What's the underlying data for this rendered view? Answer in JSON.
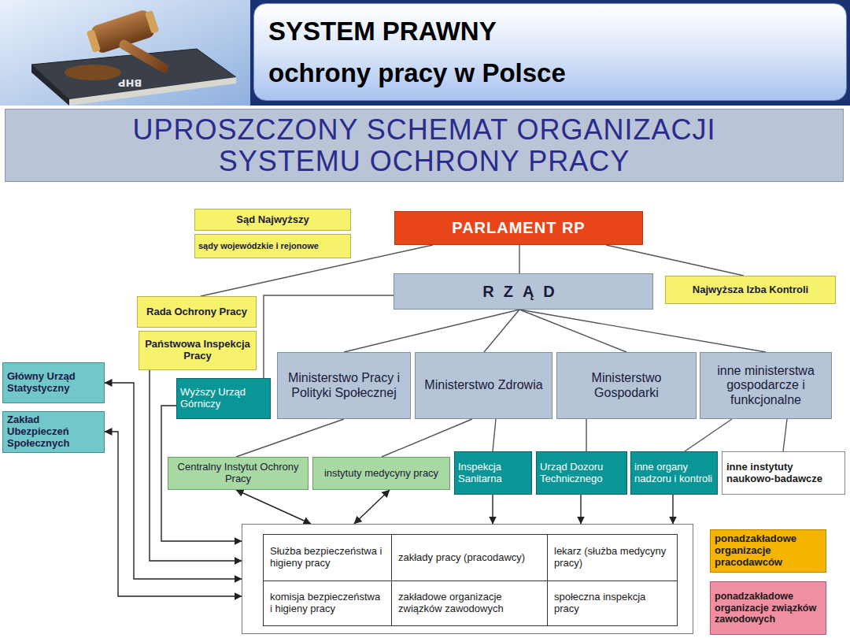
{
  "diagram": {
    "nodes": [
      {
        "text": [
          "SYSTEM PRAWNY",
          "ochrony pracy w Polsce"
        ]
      },
      {
        "text": [
          "UPROSZCZONY SCHEMAT ORGANIZACJI SYSTEMU OCHRONY PRACY"
        ]
      },
      {
        "text": [
          "Sąd Najwyższy"
        ]
      },
      {
        "text": [
          "sądy wojewódzkie i rejonowe"
        ]
      },
      {
        "text": [
          "PARLAMENT RP"
        ]
      },
      {
        "text": [
          "RZĄD"
        ]
      },
      {
        "text": [
          "Najwyższa Izba Kontroli"
        ]
      },
      {
        "text": [
          "Rada Ochrony Pracy"
        ]
      },
      {
        "text": [
          "Państwowa Inspekcja Pracy"
        ]
      },
      {
        "text": [
          "Główny Urząd Statystyczny"
        ]
      },
      {
        "text": [
          "Wyższy Urząd Górniczy"
        ]
      },
      {
        "text": [
          "Ministerstwo Pracy i Polityki Społecznej"
        ]
      },
      {
        "text": [
          "Ministerstwo Zdrowia"
        ]
      },
      {
        "text": [
          "Ministerstwo Gospodarki"
        ]
      },
      {
        "text": [
          "inne ministerstwa gospodarcze i funkcjonalne"
        ]
      },
      {
        "text": [
          "Zakład Ubezpieczeń Społecznych"
        ]
      },
      {
        "text": [
          "Centralny Instytut Ochrony Pracy"
        ]
      },
      {
        "text": [
          "instytuty medycyny pracy"
        ]
      },
      {
        "text": [
          "Inspekcja Sanitarna"
        ]
      },
      {
        "text": [
          "Urząd Dozoru Technicznego"
        ]
      },
      {
        "text": [
          "inne organy nadzoru i kontroli"
        ]
      },
      {
        "text": [
          "inne instytuty naukowo-badawcze"
        ]
      },
      {
        "text": []
      },
      {
        "text": [
          "Służba bezpieczeństwa i higieny pracy"
        ],
        "in": 22
      },
      {
        "text": [
          "zakłady pracy (pracodawcy)"
        ],
        "in": 22
      },
      {
        "text": [
          "lekarz (służba medycyny pracy)"
        ],
        "in": 22
      },
      {
        "text": [
          "komisja bezpieczeństwa i higieny pracy"
        ],
        "in": 22
      },
      {
        "text": [
          "zakładowe organizacje związków zawodowych"
        ],
        "in": 22
      },
      {
        "text": [
          "społeczna inspekcja pracy"
        ],
        "in": 22
      },
      {
        "text": [
          "ponadzakładowe organizacje pracodawców"
        ]
      },
      {
        "text": [
          "ponadzakładowe organizacje związków zawodowych"
        ]
      }
    ],
    "edges": [
      {
        "from": 4,
        "to": 5,
        "arrow": "none"
      },
      {
        "from": 4,
        "to": 6,
        "arrow": "none"
      },
      {
        "from": 4,
        "to": 7,
        "arrow": "none"
      },
      {
        "from": 5,
        "to": 10,
        "arrow": "none"
      },
      {
        "from": 5,
        "to": 11,
        "arrow": "none"
      },
      {
        "from": 5,
        "to": 12,
        "arrow": "none"
      },
      {
        "from": 5,
        "to": 13,
        "arrow": "none"
      },
      {
        "from": 5,
        "to": 14,
        "arrow": "none"
      },
      {
        "from": 11,
        "to": 16,
        "arrow": "none"
      },
      {
        "from": 12,
        "to": 17,
        "arrow": "none"
      },
      {
        "from": 12,
        "to": 18,
        "arrow": "none"
      },
      {
        "from": 13,
        "to": 19,
        "arrow": "none"
      },
      {
        "from": 14,
        "to": 20,
        "arrow": "none"
      },
      {
        "from": 14,
        "to": 21,
        "arrow": "none"
      },
      {
        "from": 16,
        "to": 22,
        "arrow": "both"
      },
      {
        "from": 17,
        "to": 22,
        "arrow": "both"
      },
      {
        "from": 18,
        "to": 22,
        "arrow": "to"
      },
      {
        "from": 19,
        "to": 22,
        "arrow": "to"
      },
      {
        "from": 20,
        "to": 22,
        "arrow": "to"
      },
      {
        "from": 10,
        "to": 22,
        "arrow": "to"
      },
      {
        "from": 8,
        "to": 22,
        "arrow": "to"
      },
      {
        "from": 22,
        "to": 9,
        "arrow": "both"
      },
      {
        "from": 22,
        "to": 15,
        "arrow": "both"
      }
    ],
    "labels": [
      "BHP"
    ]
  }
}
